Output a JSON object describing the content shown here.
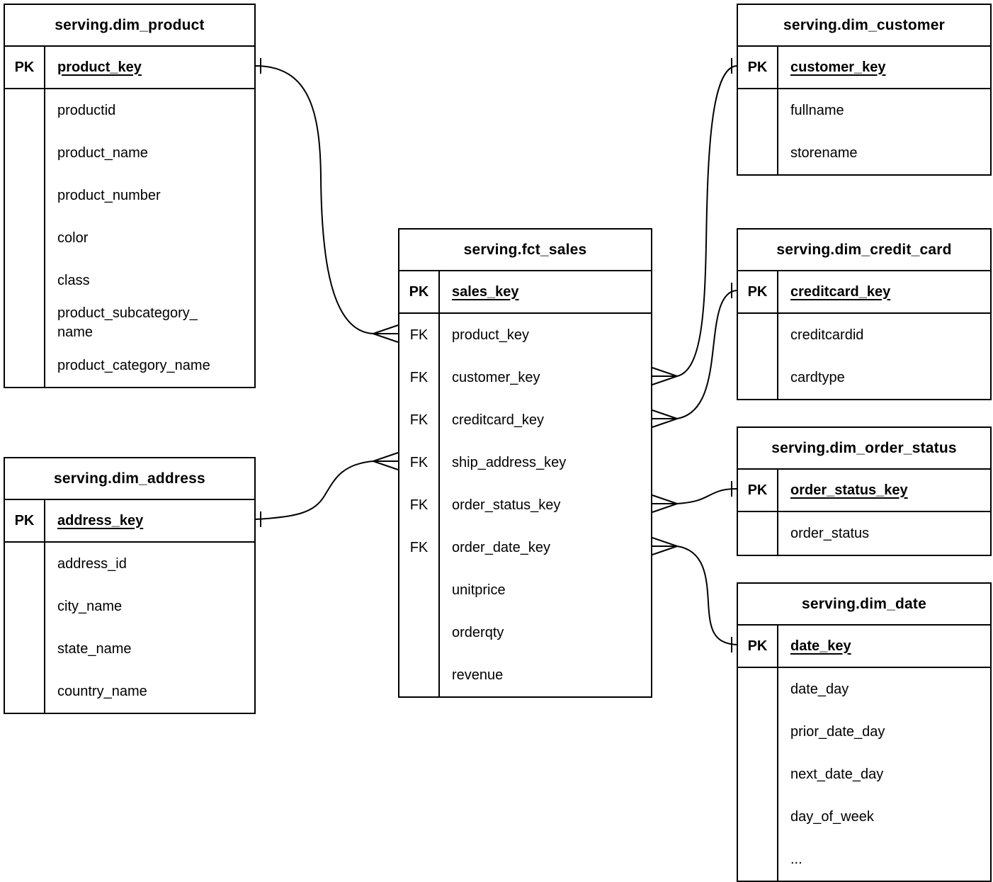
{
  "diagram": {
    "type": "entity-relationship-diagram",
    "notation": "crow-foot",
    "colors": {
      "line": "#000000",
      "text": "#000000",
      "background": "#ffffff"
    }
  },
  "labels": {
    "pk": "PK",
    "fk": "FK"
  },
  "tables": {
    "dim_product": {
      "title": "serving.dim_product",
      "pk": "product_key",
      "fields": [
        "productid",
        "product_name",
        "product_number",
        "color",
        "class",
        "product_subcategory_name",
        "product_category_name"
      ]
    },
    "dim_customer": {
      "title": "serving.dim_customer",
      "pk": "customer_key",
      "fields": [
        "fullname",
        "storename"
      ]
    },
    "fct_sales": {
      "title": "serving.fct_sales",
      "pk": "sales_key",
      "foreign_keys": [
        "product_key",
        "customer_key",
        "creditcard_key",
        "ship_address_key",
        "order_status_key",
        "order_date_key"
      ],
      "measures": [
        "unitprice",
        "orderqty",
        "revenue"
      ]
    },
    "dim_credit_card": {
      "title": "serving.dim_credit_card",
      "pk": "creditcard_key",
      "fields": [
        "creditcardid",
        "cardtype"
      ]
    },
    "dim_order_status": {
      "title": "serving.dim_order_status",
      "pk": "order_status_key",
      "fields": [
        "order_status"
      ]
    },
    "dim_date": {
      "title": "serving.dim_date",
      "pk": "date_key",
      "fields": [
        "date_day",
        "prior_date_day",
        "next_date_day",
        "day_of_week",
        "..."
      ]
    },
    "dim_address": {
      "title": "serving.dim_address",
      "pk": "address_key",
      "fields": [
        "address_id",
        "city_name",
        "state_name",
        "country_name"
      ]
    }
  },
  "relationships": [
    {
      "many": "serving.fct_sales.product_key",
      "one": "serving.dim_product.product_key",
      "type": "many-to-one"
    },
    {
      "many": "serving.fct_sales.customer_key",
      "one": "serving.dim_customer.customer_key",
      "type": "many-to-one"
    },
    {
      "many": "serving.fct_sales.creditcard_key",
      "one": "serving.dim_credit_card.creditcard_key",
      "type": "many-to-one"
    },
    {
      "many": "serving.fct_sales.ship_address_key",
      "one": "serving.dim_address.address_key",
      "type": "many-to-one"
    },
    {
      "many": "serving.fct_sales.order_status_key",
      "one": "serving.dim_order_status.order_status_key",
      "type": "many-to-one"
    },
    {
      "many": "serving.fct_sales.order_date_key",
      "one": "serving.dim_date.date_key",
      "type": "many-to-one"
    }
  ]
}
